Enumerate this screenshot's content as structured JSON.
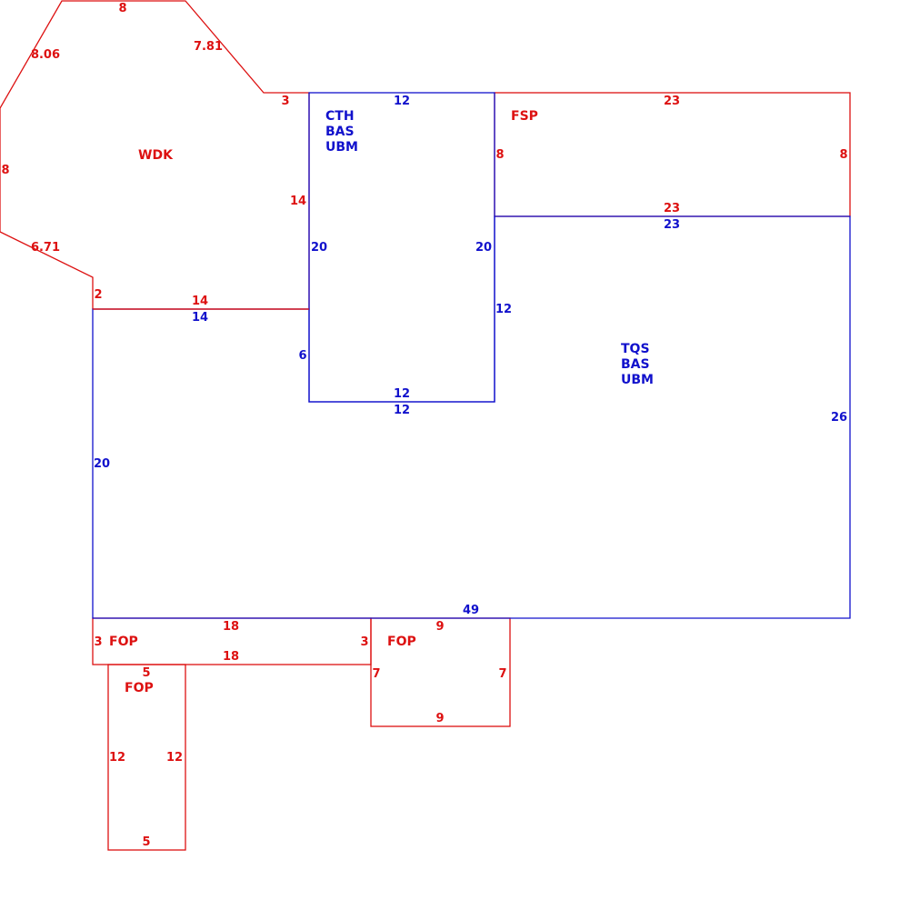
{
  "colors": {
    "red": "#dd1111",
    "blue": "#1111cc"
  },
  "areas": {
    "wdk": {
      "code": "WDK"
    },
    "cth": {
      "code1": "CTH",
      "code2": "BAS",
      "code3": "UBM"
    },
    "fsp": {
      "code": "FSP"
    },
    "tqs": {
      "code1": "TQS",
      "code2": "BAS",
      "code3": "UBM"
    },
    "fop1": {
      "code": "FOP"
    },
    "fop2": {
      "code": "FOP"
    },
    "fop3": {
      "code": "FOP"
    }
  },
  "dims": {
    "wdk_top": "8",
    "wdk_upper_left": "8.06",
    "wdk_upper_right": "7.81",
    "wdk_notch": "3",
    "wdk_left": "8",
    "wdk_right": "14",
    "wdk_lower_left": "6.71",
    "wdk_step": "2",
    "wdk_bottom": "14",
    "cth_top": "12",
    "cth_left": "20",
    "cth_right": "20",
    "cth_bottom_in": "12",
    "cth_bottom_out": "12",
    "fsp_top": "23",
    "fsp_left": "8",
    "fsp_right": "8",
    "fsp_bottom": "23",
    "tqs_top": "23",
    "tqs_inner_right": "12",
    "tqs_inner_left": "6",
    "tqs_left_top": "14",
    "tqs_left": "20",
    "tqs_right": "26",
    "tqs_bottom": "49",
    "fop1_top": "18",
    "fop1_left": "3",
    "fop1_right": "3",
    "fop1_bottom": "18",
    "fop2_top": "9",
    "fop2_left": "7",
    "fop2_right": "7",
    "fop2_bottom": "9",
    "fop3_top": "5",
    "fop3_left": "12",
    "fop3_right": "12",
    "fop3_bottom": "5"
  }
}
